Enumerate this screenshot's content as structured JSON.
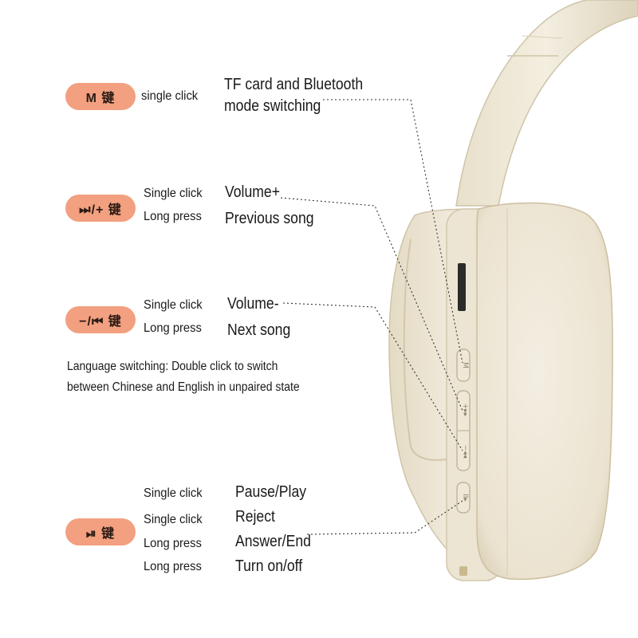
{
  "groups": [
    {
      "key_label": "M 键",
      "actions": [
        "single click"
      ],
      "functions": [
        "TF card and Bluetooth",
        "mode switching"
      ]
    },
    {
      "key_label": "⏭/+ 键",
      "actions": [
        "Single click",
        "Long press"
      ],
      "functions": [
        "Volume+",
        "Previous song"
      ]
    },
    {
      "key_label": "−/⏮ 键",
      "actions": [
        "Single click",
        "Long press"
      ],
      "functions": [
        "Volume-",
        "Next song"
      ]
    },
    {
      "key_label": "⏯ 键",
      "actions": [
        "Single click",
        "Single click",
        "Long press",
        "Long press"
      ],
      "functions": [
        "Pause/Play",
        "Reject",
        "Answer/End",
        "Turn on/off"
      ]
    }
  ],
  "note": {
    "lines": [
      "Language switching: Double click to switch",
      "between Chinese and English in unpaired state"
    ]
  },
  "colors": {
    "pill": "#f2a07f",
    "headphone": "#ede6d3",
    "headphone_shadow": "#d8ceb6"
  }
}
